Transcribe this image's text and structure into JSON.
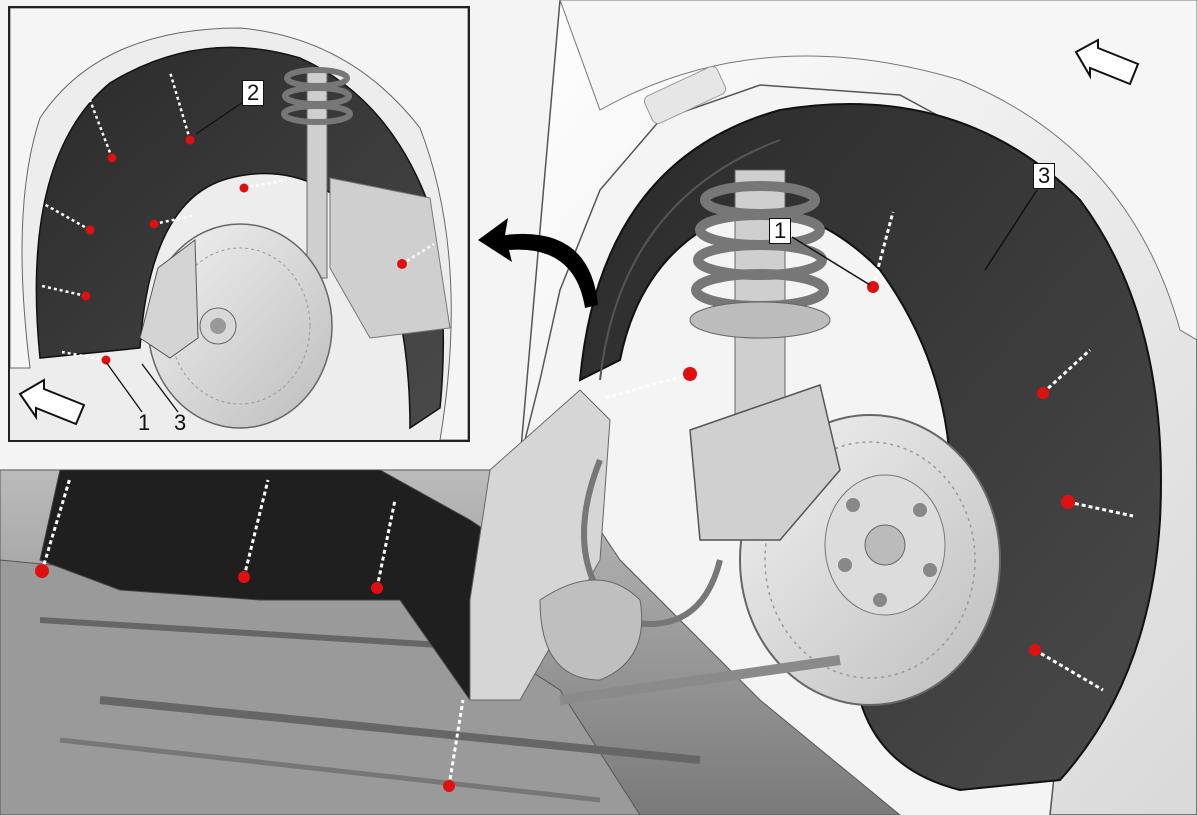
{
  "main_view": {
    "callouts": [
      "1",
      "3"
    ],
    "fastener_color": "#e01010"
  },
  "detail_view": {
    "callouts": [
      "2",
      "1",
      "3"
    ]
  },
  "icons": {
    "forward_arrow": "outline-arrow-icon",
    "transition_arrow": "curved-arrow-icon"
  },
  "colors": {
    "liner": "#3a3a3a",
    "body": "#efefef",
    "fastener": "#e01010",
    "outline": "#222222"
  }
}
